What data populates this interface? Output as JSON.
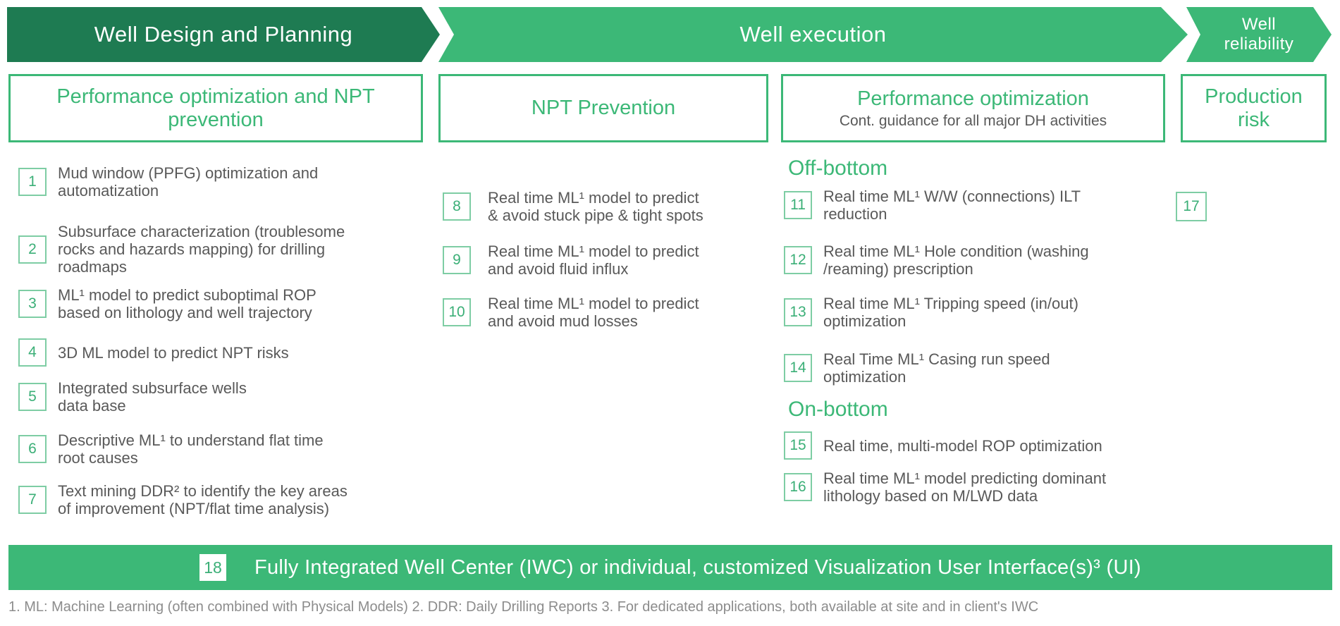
{
  "colors": {
    "dark_green": "#1E7B52",
    "green": "#3CB877",
    "body_text_gray": "#595959",
    "footnote_gray": "#8C8C8C"
  },
  "phases": [
    {
      "label": "Well Design and Planning"
    },
    {
      "label": "Well execution"
    },
    {
      "label": "Well\nreliability"
    }
  ],
  "headers": [
    {
      "title": "Performance optimization and NPT\nprevention"
    },
    {
      "title": "NPT Prevention"
    },
    {
      "title": "Performance optimization",
      "subtitle": "Cont. guidance for all major DH activities"
    },
    {
      "title": "Production\nrisk"
    }
  ],
  "sections": {
    "design": {
      "items": [
        {
          "num": "1",
          "text": "Mud window (PPFG) optimization and\nautomatization"
        },
        {
          "num": "2",
          "text": "Subsurface characterization (troublesome\nrocks and hazards mapping) for drilling\nroadmaps"
        },
        {
          "num": "3",
          "text": "ML¹ model to predict suboptimal ROP\nbased on lithology and well trajectory"
        },
        {
          "num": "4",
          "text": "3D ML model to predict NPT risks"
        },
        {
          "num": "5",
          "text": "Integrated subsurface wells\ndata base"
        },
        {
          "num": "6",
          "text": "Descriptive ML¹ to understand flat time\nroot causes"
        },
        {
          "num": "7",
          "text": "Text mining DDR² to identify the key areas\nof improvement (NPT/flat time analysis)"
        }
      ]
    },
    "npt": {
      "items": [
        {
          "num": "8",
          "text": "Real time ML¹ model to predict\n& avoid stuck pipe & tight spots"
        },
        {
          "num": "9",
          "text": "Real time ML¹ model to predict\nand avoid fluid influx"
        },
        {
          "num": "10",
          "text": "Real time ML¹ model to predict\nand avoid mud losses"
        }
      ]
    },
    "perf": {
      "off_bottom_heading": "Off-bottom",
      "off_bottom_items": [
        {
          "num": "11",
          "text": "Real time ML¹ W/W (connections) ILT\nreduction"
        },
        {
          "num": "12",
          "text": "Real time ML¹ Hole condition (washing\n/reaming) prescription"
        },
        {
          "num": "13",
          "text": "Real time ML¹ Tripping speed (in/out)\noptimization"
        },
        {
          "num": "14",
          "text": "Real Time ML¹ Casing run speed\noptimization"
        }
      ],
      "on_bottom_heading": "On-bottom",
      "on_bottom_items": [
        {
          "num": "15",
          "text": "Real time, multi-model ROP optimization"
        },
        {
          "num": "16",
          "text": "Real time ML¹ model predicting dominant\nlithology based on M/LWD data"
        }
      ]
    },
    "reliability": {
      "item_num": "17"
    }
  },
  "bottom_bar": {
    "num": "18",
    "text": "Fully Integrated Well Center (IWC) or individual, customized Visualization User Interface(s)³ (UI)"
  },
  "footnote": "1. ML: Machine Learning (often combined with Physical Models) 2. DDR: Daily Drilling Reports  3. For dedicated applications, both available at site and in client's IWC"
}
